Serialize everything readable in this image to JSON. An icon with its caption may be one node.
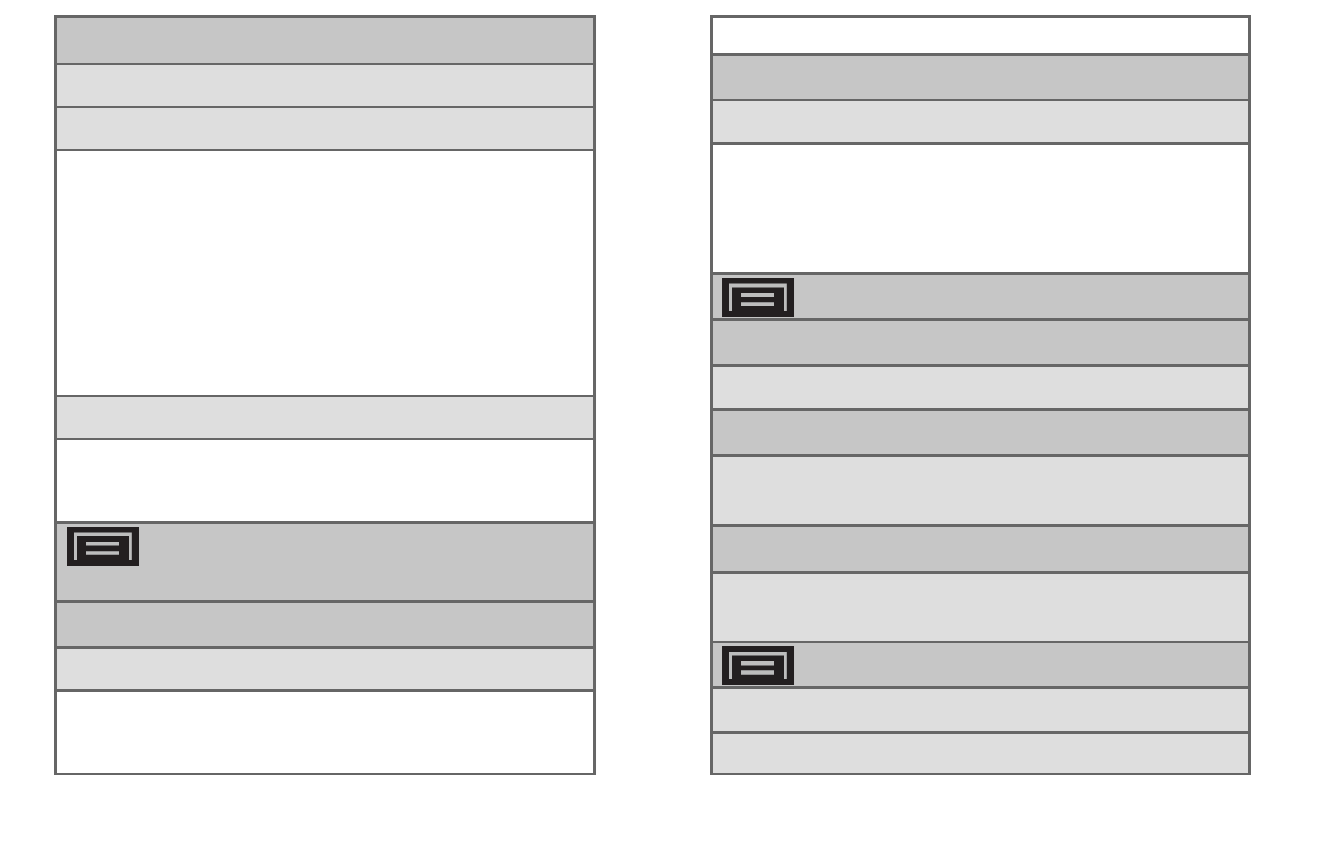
{
  "diagram": {
    "nodes": [
      {
        "text": [],
        "shape": "box"
      },
      {
        "text": [],
        "shape": "box"
      },
      {
        "text": [],
        "shape": "box"
      },
      {
        "text": [],
        "shape": "box"
      },
      {
        "text": [],
        "shape": "box"
      },
      {
        "text": [],
        "shape": "box"
      },
      {
        "text": [],
        "shape": "box"
      },
      {
        "text": [],
        "shape": "box"
      },
      {
        "text": [],
        "shape": "box"
      },
      {
        "text": [],
        "shape": "box"
      },
      {
        "text": [],
        "shape": "box"
      },
      {
        "text": [],
        "shape": "box"
      },
      {
        "text": [],
        "shape": "box"
      },
      {
        "text": [],
        "shape": "box"
      },
      {
        "text": [],
        "shape": "box"
      },
      {
        "text": [],
        "shape": "box"
      },
      {
        "text": [],
        "shape": "box"
      },
      {
        "text": [],
        "shape": "box"
      },
      {
        "text": [],
        "shape": "box"
      },
      {
        "text": [],
        "shape": "box"
      },
      {
        "text": [],
        "shape": "box"
      },
      {
        "text": [],
        "shape": "box"
      },
      {
        "text": [],
        "shape": "box"
      },
      {
        "text": [],
        "shape": "box"
      }
    ]
  }
}
